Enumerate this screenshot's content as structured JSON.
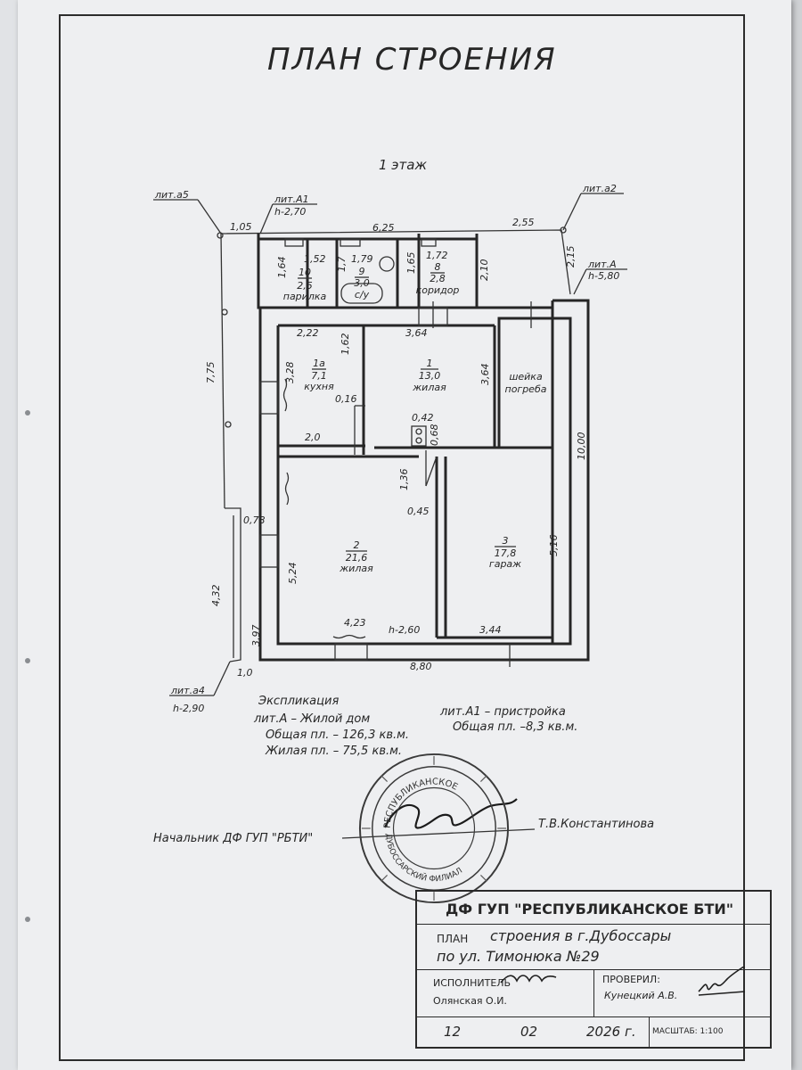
{
  "title": "ПЛАН СТРОЕНИЯ",
  "floor": "1 этаж",
  "litera_labels": {
    "a5": "лит.а5",
    "a1": "лит.А1",
    "a1_h": "h-2,70",
    "a2": "лит.а2",
    "A": "лит.А",
    "A_h": "h-5,80",
    "a4": "лит.а4",
    "a4_h": "h-2,90"
  },
  "dimensions": {
    "top_left": "1,05",
    "top_mid": "6,25",
    "top_right": "2,55",
    "left_height": "7,75",
    "right_height": "10,00",
    "side_215": "2,15",
    "side_210": "2,10",
    "d_152": "1,52",
    "d_164": "1,64",
    "d_179": "1,79",
    "d_17": "1,7",
    "d_165": "1,65",
    "d_172": "1,72",
    "d_222": "2,22",
    "d_162": "1,62",
    "d_364a": "3,64",
    "d_364b": "3,64",
    "d_328": "3,28",
    "d_016": "0,16",
    "d_042": "0,42",
    "d_068": "0,68",
    "d_20": "2,0",
    "d_136": "1,36",
    "d_045": "0,45",
    "d_078": "0,78",
    "d_524": "5,24",
    "d_516": "5,16",
    "d_432": "4,32",
    "d_397": "3,97",
    "d_423": "4,23",
    "h_260": "h-2,60",
    "d_344": "3,44",
    "d_10": "1,0",
    "bottom_total": "8,80"
  },
  "rooms": [
    {
      "num": "10",
      "area": "2,5",
      "name": "парилка"
    },
    {
      "num": "9",
      "area": "3,0",
      "name": "с/у"
    },
    {
      "num": "8",
      "area": "2,8",
      "name": "коридор"
    },
    {
      "num": "1а",
      "area": "7,1",
      "name": "кухня"
    },
    {
      "num": "1",
      "area": "13,0",
      "name": "жилая"
    },
    {
      "num": "",
      "area": "",
      "name": "шейка погреба"
    },
    {
      "num": "2",
      "area": "21,6",
      "name": "жилая"
    },
    {
      "num": "3",
      "area": "17,8",
      "name": "гараж"
    }
  ],
  "cellar_lines": [
    "шейка",
    "погреба"
  ],
  "explication": {
    "heading": "Экспликация",
    "lit_a": "лит.А – Жилой дом",
    "total_a": "Общая пл. – 126,3 кв.м.",
    "living_a": "Жилая пл. – 75,5 кв.м.",
    "lit_a1": "лит.А1 – пристройка",
    "total_a1": "Общая пл. –8,3 кв.м."
  },
  "signature": {
    "position": "Начальник ДФ ГУП \"РБТИ\"",
    "name": "Т.В.Константинова"
  },
  "title_block": {
    "org": "ДФ ГУП \"РЕСПУБЛИКАНСКОЕ БТИ\"",
    "plan_label": "ПЛАН",
    "plan_text": "строения  в г.Дубоссары",
    "address": "по ул. Тимонюка №29",
    "executor_label": "ИСПОЛНИТЕЛЬ",
    "executor_name": "Олянская О.И.",
    "checked_label": "ПРОВЕРИЛ:",
    "checked_name": "Кунецкий А.В.",
    "day": "12",
    "month": "02",
    "year": "2026 г.",
    "scale": "МАСШТАБ: 1:100"
  },
  "stamp": {
    "inner_text": "РЕСПУБЛИКАНСКОЕ",
    "lower_text": "ДУБОССАРСКИЙ ФИЛИАЛ"
  }
}
